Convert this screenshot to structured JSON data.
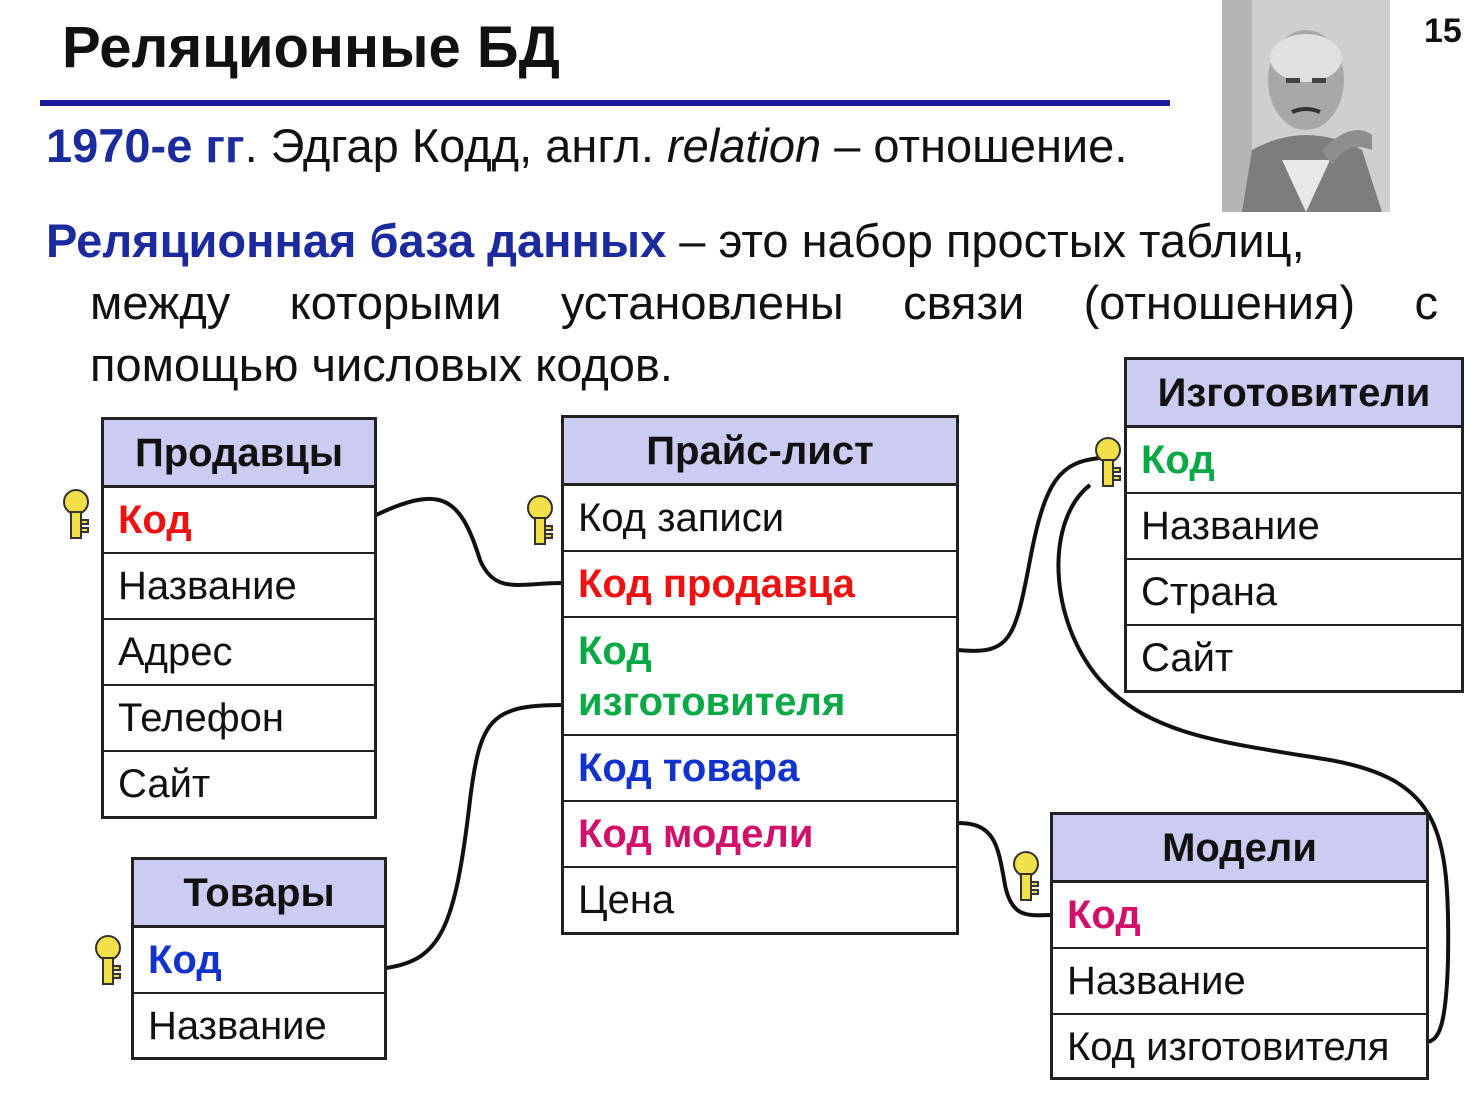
{
  "slide": {
    "title": "Реляционные БД",
    "page_number": "15"
  },
  "intro": {
    "years": "1970-е гг",
    "dot": ".",
    "text_a": " Эдгар Кодд, англ. ",
    "term": "relation",
    "text_b": " – отношение."
  },
  "definition": {
    "term": "Реляционная база данных",
    "rest_line1": " – это набор простых таблиц,",
    "line2_words": [
      "между",
      "которыми",
      "установлены",
      "связи",
      "(отношения)",
      "с"
    ],
    "line3": "помощью числовых кодов."
  },
  "tables": {
    "sellers": {
      "title": "Продавцы",
      "fields": [
        "Код",
        "Название",
        "Адрес",
        "Телефон",
        "Сайт"
      ]
    },
    "goods": {
      "title": "Товары",
      "fields": [
        "Код",
        "Название"
      ]
    },
    "pricelist": {
      "title": "Прайс-лист",
      "fields": [
        "Код записи",
        "Код продавца",
        "Код",
        "изготовителя",
        "Код товара",
        "Код модели",
        "Цена"
      ]
    },
    "makers": {
      "title": "Изготовители",
      "fields": [
        "Код",
        "Название",
        "Страна",
        "Сайт"
      ]
    },
    "models": {
      "title": "Модели",
      "fields": [
        "Код",
        "Название",
        "Код изготовителя"
      ]
    }
  },
  "colors": {
    "heading_blue": "#1b2a9c",
    "header_fill": "#ccccf2",
    "seller_key": "#ee1111",
    "maker_key": "#0aa846",
    "goods_key": "#1133cc",
    "model_key": "#d0106a",
    "key_icon": "#f2e04a"
  }
}
